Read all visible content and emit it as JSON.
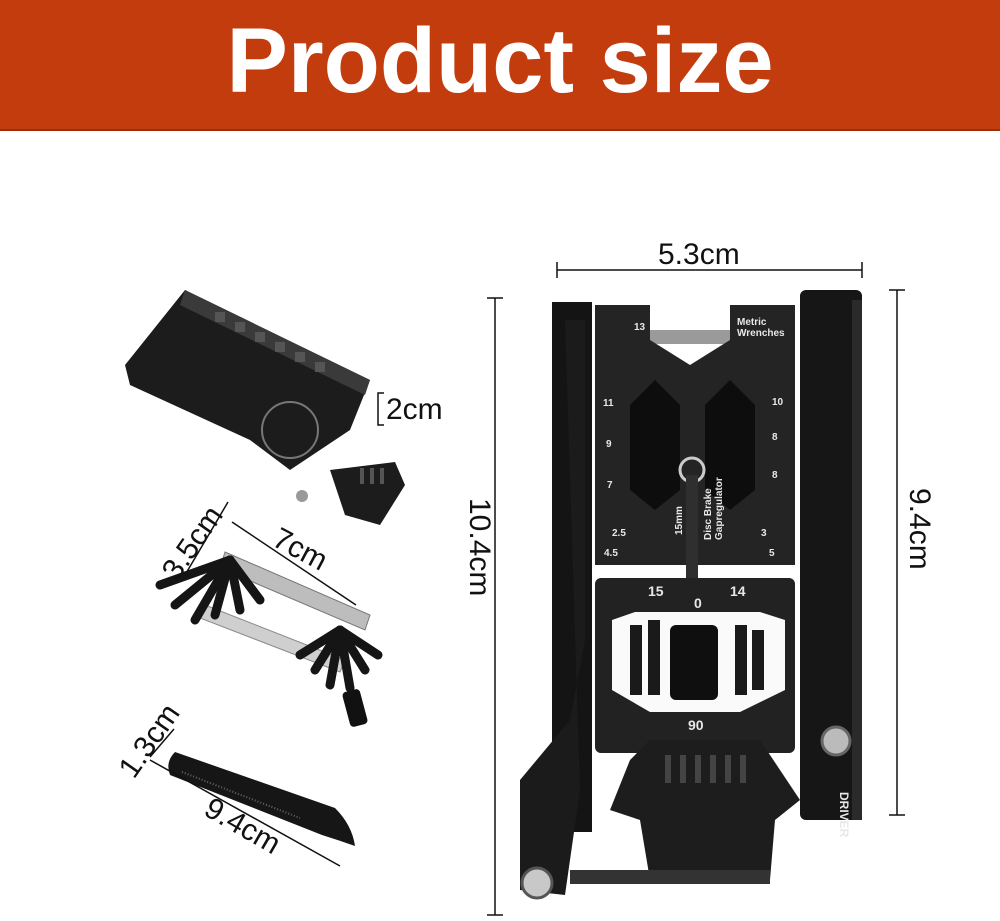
{
  "header": {
    "title": "Product size",
    "background": "#c23c0e"
  },
  "dimensions": {
    "main_width": "5.3cm",
    "main_height": "10.4cm",
    "side_height": "9.4cm",
    "folded_thickness": "2cm",
    "hex_set_width": "3.5cm",
    "hex_set_length": "7cm",
    "lever_width": "1.3cm",
    "lever_length": "9.4cm"
  },
  "tool_markings": {
    "metric_title_1": "Metric",
    "metric_title_2": "Wrenches",
    "sizes": [
      "13",
      "11",
      "10",
      "9",
      "8",
      "7",
      "8",
      "2.5",
      "3",
      "4.5",
      "5"
    ],
    "gap_1": "Disc Brake",
    "gap_2": "Gapregulator",
    "mm": "15mm",
    "protractor": [
      "15",
      "0",
      "14",
      "90"
    ],
    "driver": "DRIVER"
  }
}
